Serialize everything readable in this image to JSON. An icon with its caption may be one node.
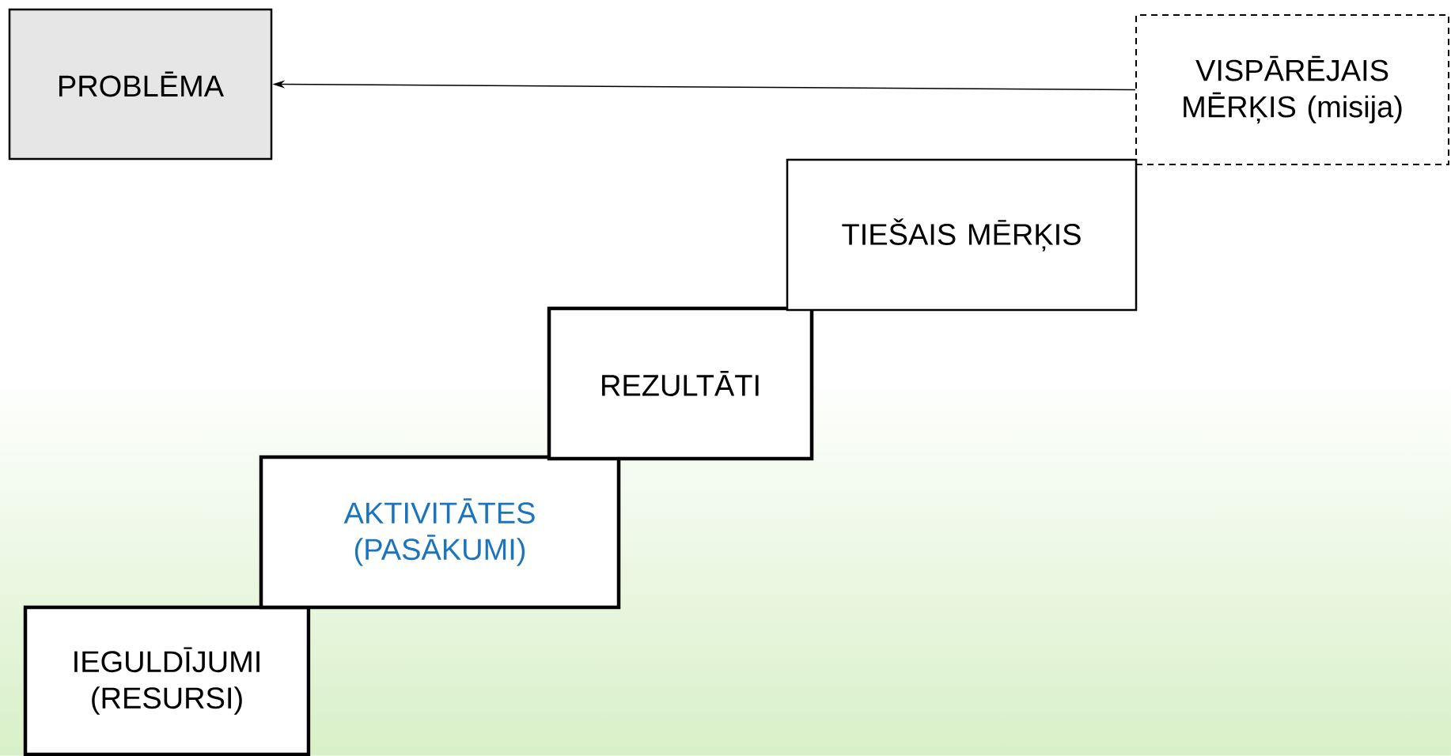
{
  "diagram": {
    "nodes": [
      {
        "text": [
          "PROBLĒMA"
        ]
      },
      {
        "text": [
          "VISPĀRĒJAIS MĒRĶIS (misija)"
        ]
      },
      {
        "text": [
          "TIEŠAIS MĒRĶIS"
        ]
      },
      {
        "text": [
          "REZULTĀTI"
        ]
      },
      {
        "text": [
          "AKTIVITĀTES (PASĀKUMI)"
        ]
      },
      {
        "text": [
          "IEGULDĪJUMI (RESURSI)"
        ]
      }
    ],
    "edges": [
      {
        "from": 1,
        "to": 0,
        "arrow": "to"
      }
    ]
  }
}
